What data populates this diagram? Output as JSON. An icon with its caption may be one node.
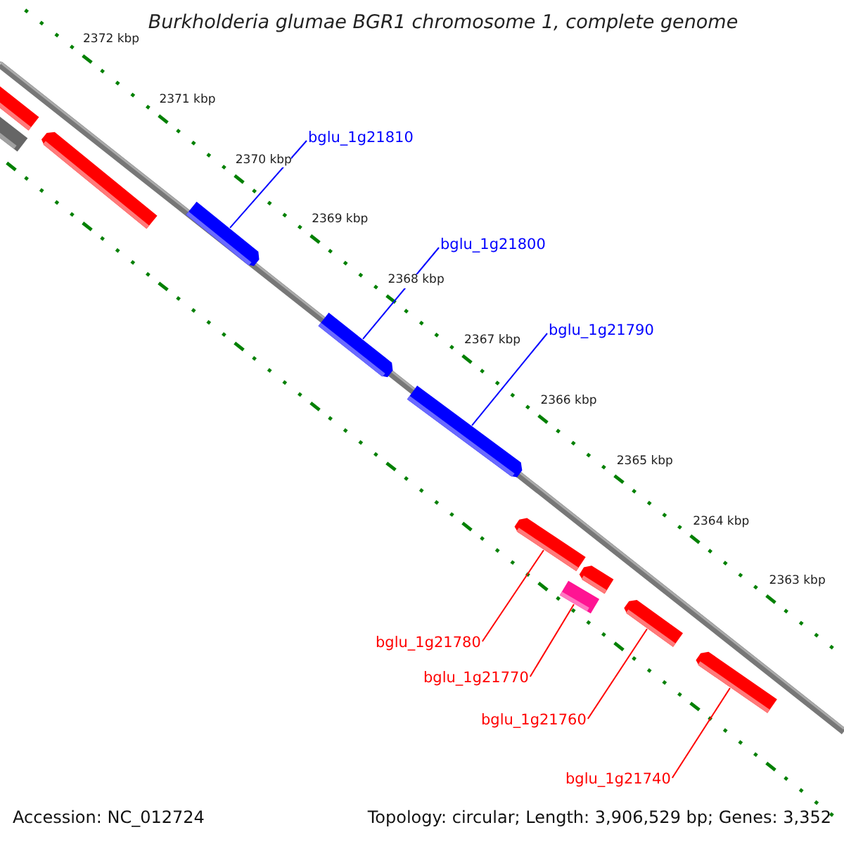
{
  "diagram": {
    "title": "Burkholderia glumae BGR1 chromosome 1, complete genome",
    "nodes": [
      {
        "text": [],
        "shape": "bar"
      },
      {
        "text": [],
        "shape": "bar"
      },
      {
        "text": [],
        "shape": "bar"
      },
      {
        "text": [],
        "shape": "bar"
      },
      {
        "text": [],
        "shape": "bar"
      },
      {
        "text": [],
        "shape": "bar"
      },
      {
        "text": [],
        "shape": "bar"
      },
      {
        "text": [],
        "shape": "bar"
      },
      {
        "text": [],
        "shape": "bar"
      },
      {
        "text": [],
        "shape": "bar"
      },
      {
        "text": [],
        "shape": "bar"
      },
      {
        "text": [
          "bglu_1g21810"
        ]
      },
      {
        "text": [
          "bglu_1g21800"
        ]
      },
      {
        "text": [
          "bglu_1g21790"
        ]
      },
      {
        "text": [
          "bglu_1g21780"
        ]
      },
      {
        "text": [
          "bglu_1g21770"
        ]
      },
      {
        "text": [
          "bglu_1g21760"
        ]
      },
      {
        "text": [
          "bglu_1g21740"
        ]
      }
    ],
    "edges": [
      {
        "from": 11,
        "to": 3,
        "arrow": "none",
        "color": "#0000ff"
      },
      {
        "from": 12,
        "to": 4,
        "arrow": "none",
        "color": "#0000ff"
      },
      {
        "from": 13,
        "to": 5,
        "arrow": "none",
        "color": "#0000ff"
      },
      {
        "from": 14,
        "to": 6,
        "arrow": "none"
      },
      {
        "from": 15,
        "to": 8,
        "arrow": "none"
      },
      {
        "from": 16,
        "to": 9,
        "arrow": "none"
      },
      {
        "from": 17,
        "to": 10,
        "arrow": "none"
      }
    ],
    "labels": [
      "2372 kbp",
      "2371 kbp",
      "2370 kbp",
      "2369 kbp",
      "2368 kbp",
      "2367 kbp",
      "2366 kbp",
      "2365 kbp",
      "2364 kbp",
      "2363 kbp",
      "Accession: NC_012724",
      "Topology: circular; Length: 3,906,529 bp; Genes: 3,352"
    ]
  }
}
